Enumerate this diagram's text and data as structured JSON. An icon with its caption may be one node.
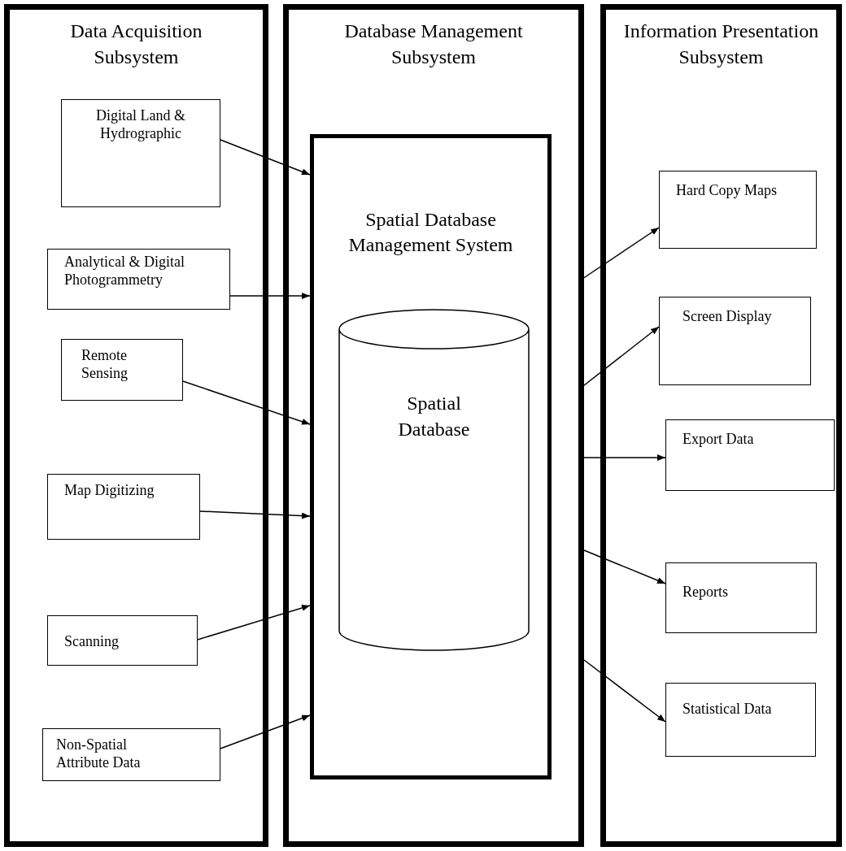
{
  "diagram": {
    "nodes": [
      {
        "text": [
          "Data Acquisition Subsystem"
        ]
      },
      {
        "text": [
          "Digital Land & Hydrographic"
        ],
        "in": 0
      },
      {
        "text": [
          "Analytical & Digital Photogrammetry"
        ],
        "in": 0
      },
      {
        "text": [
          "Remote Sensing"
        ],
        "in": 0
      },
      {
        "text": [
          "Map Digitizing"
        ],
        "in": 0
      },
      {
        "text": [
          "Scanning"
        ],
        "in": 0
      },
      {
        "text": [
          "Non-Spatial Attribute Data"
        ],
        "in": 0
      },
      {
        "text": [
          "Database Management Subsystem"
        ]
      },
      {
        "text": [
          "Spatial Database Management System"
        ],
        "in": 7
      },
      {
        "text": [
          "Spatial Database"
        ],
        "in": 8
      },
      {
        "text": [
          "Information Presentation Subsystem"
        ]
      },
      {
        "text": [
          "Hard Copy Maps"
        ],
        "in": 10
      },
      {
        "text": [
          "Screen Display"
        ],
        "in": 10
      },
      {
        "text": [
          "Export Data"
        ],
        "in": 10
      },
      {
        "text": [
          "Reports"
        ],
        "in": 10
      },
      {
        "text": [
          "Statistical Data"
        ],
        "in": 10
      }
    ],
    "edges": [
      {
        "from": 1,
        "to": 8,
        "arrow": "to"
      },
      {
        "from": 2,
        "to": 8,
        "arrow": "to"
      },
      {
        "from": 3,
        "to": 8,
        "arrow": "to"
      },
      {
        "from": 4,
        "to": 8,
        "arrow": "to"
      },
      {
        "from": 5,
        "to": 8,
        "arrow": "to"
      },
      {
        "from": 6,
        "to": 8,
        "arrow": "to"
      },
      {
        "from": 7,
        "to": 11,
        "arrow": "to"
      },
      {
        "from": 7,
        "to": 12,
        "arrow": "to"
      },
      {
        "from": 7,
        "to": 13,
        "arrow": "to"
      },
      {
        "from": 7,
        "to": 14,
        "arrow": "to"
      },
      {
        "from": 7,
        "to": 15,
        "arrow": "to"
      }
    ]
  }
}
